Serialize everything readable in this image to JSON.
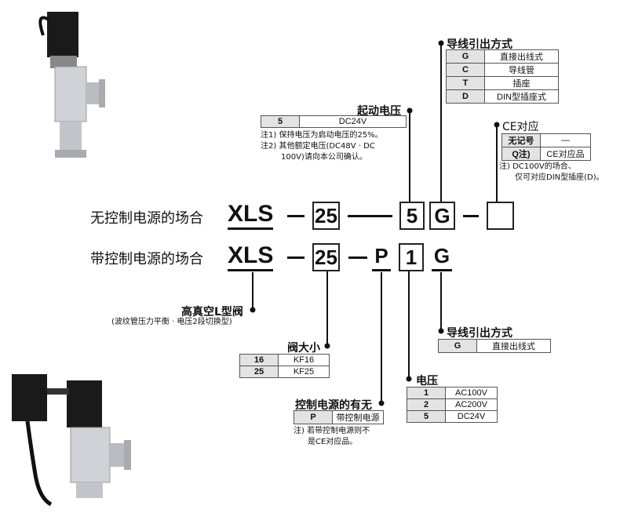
{
  "rows": [
    {
      "label": "无控制电源的场合",
      "prefix": "XLS",
      "size": "25",
      "voltage": "5",
      "lead": "G",
      "ce": ""
    },
    {
      "label": "带控制电源的场合",
      "prefix": "XLS",
      "size": "25",
      "control": "P",
      "voltage": "1",
      "lead": "G"
    }
  ],
  "lead_top": {
    "title": "导线引出方式",
    "options": [
      {
        "code": "G",
        "desc": "直接出线式"
      },
      {
        "code": "C",
        "desc": "导线管"
      },
      {
        "code": "T",
        "desc": "插座"
      },
      {
        "code": "D",
        "desc": "DIN型插座式"
      }
    ]
  },
  "start_voltage": {
    "title": "起动电压",
    "options": [
      {
        "code": "5",
        "desc": "DC24V"
      }
    ],
    "notes": [
      "注1) 保持电压为启动电压的25%。",
      "注2) 其他额定电压(DC48V · DC",
      "100V)请向本公司确认。"
    ]
  },
  "ce": {
    "title": "CE对应",
    "options": [
      {
        "code": "无记号",
        "desc": "—"
      },
      {
        "code": "Q注)",
        "desc": "CE对应品"
      }
    ],
    "notes": [
      "注) DC100V的场合、",
      "仅可对应DIN型插座(D)。"
    ]
  },
  "valve": {
    "title": "高真空L型阀",
    "subtitle": "(波纹管压力平衡 · 电压2段切换型)"
  },
  "valve_size": {
    "title": "阀大小",
    "options": [
      {
        "code": "16",
        "desc": "KF16"
      },
      {
        "code": "25",
        "desc": "KF25"
      }
    ]
  },
  "control_power": {
    "title": "控制电源的有无",
    "options": [
      {
        "code": "P",
        "desc": "带控制电源"
      }
    ],
    "notes": [
      "注) 若带控制电源则不",
      "是CE对应品。"
    ]
  },
  "voltage": {
    "title": "电压",
    "options": [
      {
        "code": "1",
        "desc": "AC100V"
      },
      {
        "code": "2",
        "desc": "AC200V"
      },
      {
        "code": "5",
        "desc": "DC24V"
      }
    ]
  },
  "lead_bottom": {
    "title": "导线引出方式",
    "options": [
      {
        "code": "G",
        "desc": "直接出线式"
      }
    ]
  }
}
